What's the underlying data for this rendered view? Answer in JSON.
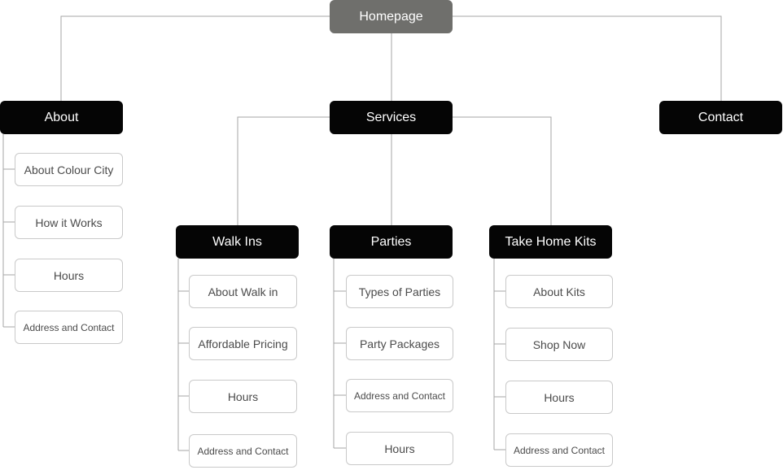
{
  "sitemap": {
    "root": "Homepage",
    "about": {
      "label": "About",
      "children": [
        "About Colour City",
        "How it Works",
        "Hours",
        "Address and Contact"
      ]
    },
    "services": {
      "label": "Services",
      "walk_ins": {
        "label": "Walk Ins",
        "children": [
          "About Walk in",
          "Affordable Pricing",
          "Hours",
          "Address and Contact"
        ]
      },
      "parties": {
        "label": "Parties",
        "children": [
          "Types of Parties",
          "Party Packages",
          "Address and Contact",
          "Hours"
        ]
      },
      "take_home_kits": {
        "label": "Take Home Kits",
        "children": [
          "About Kits",
          "Shop Now",
          "Hours",
          "Address and Contact"
        ]
      }
    },
    "contact": {
      "label": "Contact"
    }
  },
  "colors": {
    "root_fill": "#6f6f6c",
    "section_fill": "#050505",
    "page_border": "#c9c9c9",
    "connector": "#9a9a9a",
    "page_text": "#4b4b4b"
  }
}
